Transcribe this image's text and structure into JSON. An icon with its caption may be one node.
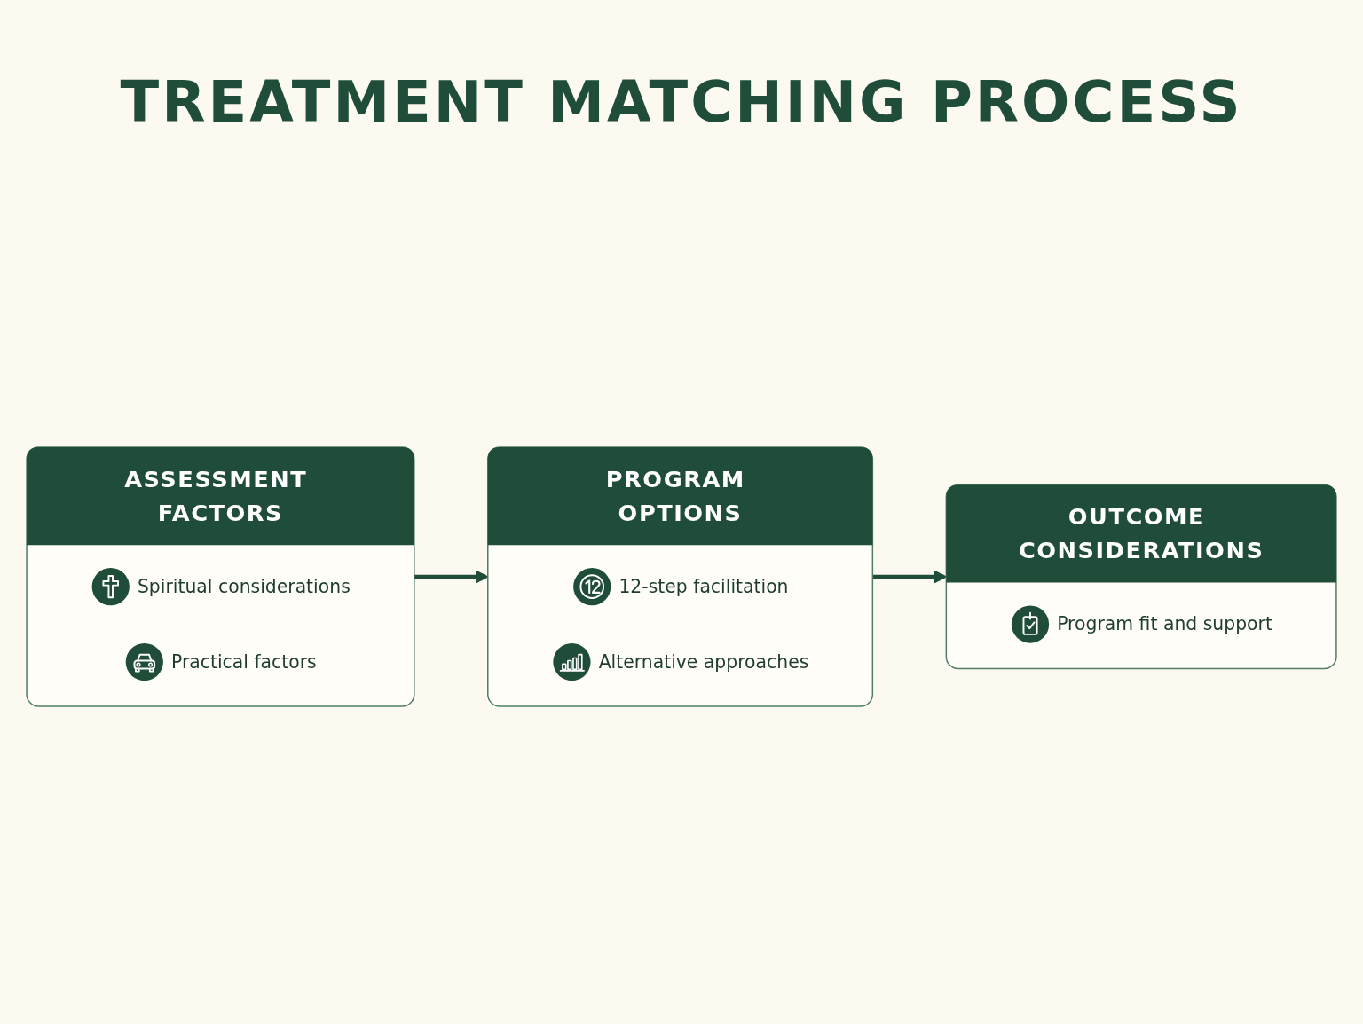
{
  "diagram": {
    "title": "TREATMENT MATCHING PROCESS",
    "nodes": [
      {
        "text": [
          "ASSESSMENT FACTORS"
        ]
      },
      {
        "text": [
          "Spiritual considerations"
        ],
        "in": 0
      },
      {
        "text": [
          "Practical factors"
        ],
        "in": 0
      },
      {
        "text": [
          "PROGRAM OPTIONS"
        ]
      },
      {
        "text": [
          "12-step facilitation"
        ],
        "in": 3
      },
      {
        "text": [
          "Alternative approaches"
        ],
        "in": 3
      },
      {
        "text": [
          "OUTCOME CONSIDERATIONS"
        ]
      },
      {
        "text": [
          "Program fit and support"
        ],
        "in": 6
      }
    ],
    "edges": [
      {
        "from": 0,
        "to": 3,
        "arrow": "to"
      },
      {
        "from": 3,
        "to": 6,
        "arrow": "to"
      }
    ]
  }
}
